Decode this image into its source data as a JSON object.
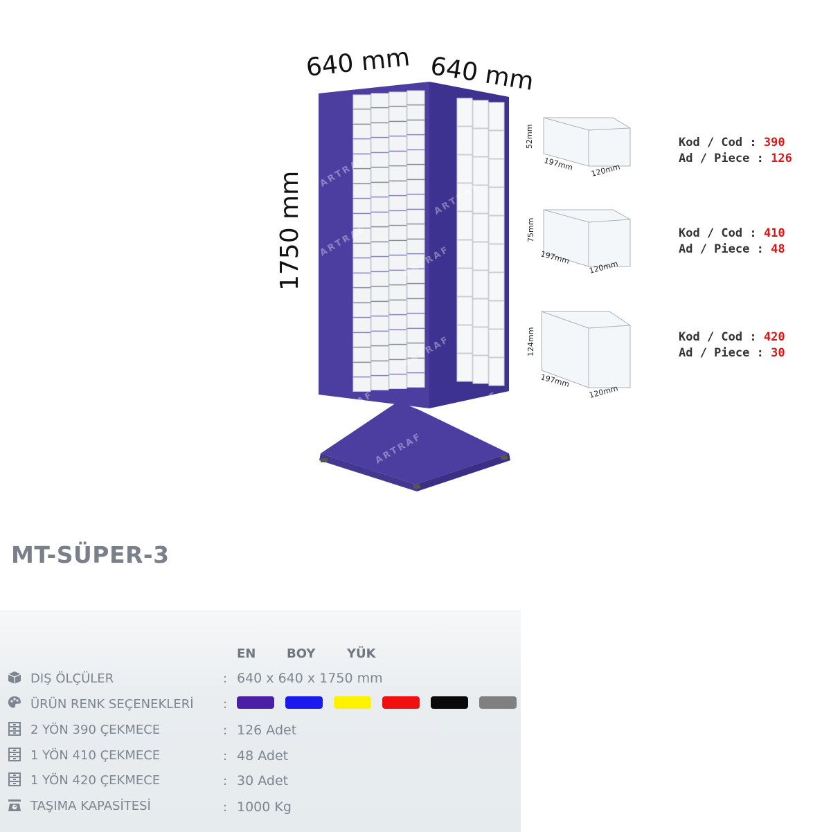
{
  "dimensions": {
    "width_1": "640 mm",
    "width_2": "640 mm",
    "height": "1750 mm"
  },
  "watermark": "ARTRAF",
  "drawers": [
    {
      "height_label": "52mm",
      "depth_label": "197mm",
      "width_label": "120mm",
      "code_label": "Kod / Cod",
      "code_sep": ":",
      "code": "390",
      "piece_label": "Ad / Piece",
      "piece_sep": ":",
      "pieces": "126"
    },
    {
      "height_label": "75mm",
      "depth_label": "197mm",
      "width_label": "120mm",
      "code_label": "Kod / Cod",
      "code_sep": ":",
      "code": "410",
      "piece_label": "Ad / Piece",
      "piece_sep": ":",
      "pieces": "48"
    },
    {
      "height_label": "124mm",
      "depth_label": "197mm",
      "width_label": "120mm",
      "code_label": "Kod / Cod",
      "code_sep": ":",
      "code": "420",
      "piece_label": "Ad / Piece",
      "piece_sep": ":",
      "pieces": "30"
    }
  ],
  "product": {
    "title": "MT-SÜPER-3"
  },
  "specs": {
    "column_headers": [
      "EN",
      "BOY",
      "YÜK"
    ],
    "rows": [
      {
        "icon": "box-icon",
        "label": "DIŞ ÖLÇÜLER",
        "colon": ":",
        "value": "640 x 640 x 1750 mm"
      },
      {
        "icon": "palette-icon",
        "label": "ÜRÜN RENK SEÇENEKLERİ",
        "colon": ":",
        "value": ""
      },
      {
        "icon": "drawer-icon",
        "label": "2 YÖN 390 ÇEKMECE",
        "colon": ":",
        "value": "126 Adet"
      },
      {
        "icon": "drawer-icon",
        "label": "1 YÖN 410 ÇEKMECE",
        "colon": ":",
        "value": "48 Adet"
      },
      {
        "icon": "drawer-icon",
        "label": "1 YÖN 420 ÇEKMECE",
        "colon": ":",
        "value": "30 Adet"
      },
      {
        "icon": "scale-icon",
        "label": "TAŞIMA KAPASİTESİ",
        "colon": ":",
        "value": "1000 Kg"
      }
    ],
    "color_options": [
      "#4a1fa6",
      "#1a1aef",
      "#fff200",
      "#f01010",
      "#0a0a0a",
      "#808080"
    ]
  }
}
